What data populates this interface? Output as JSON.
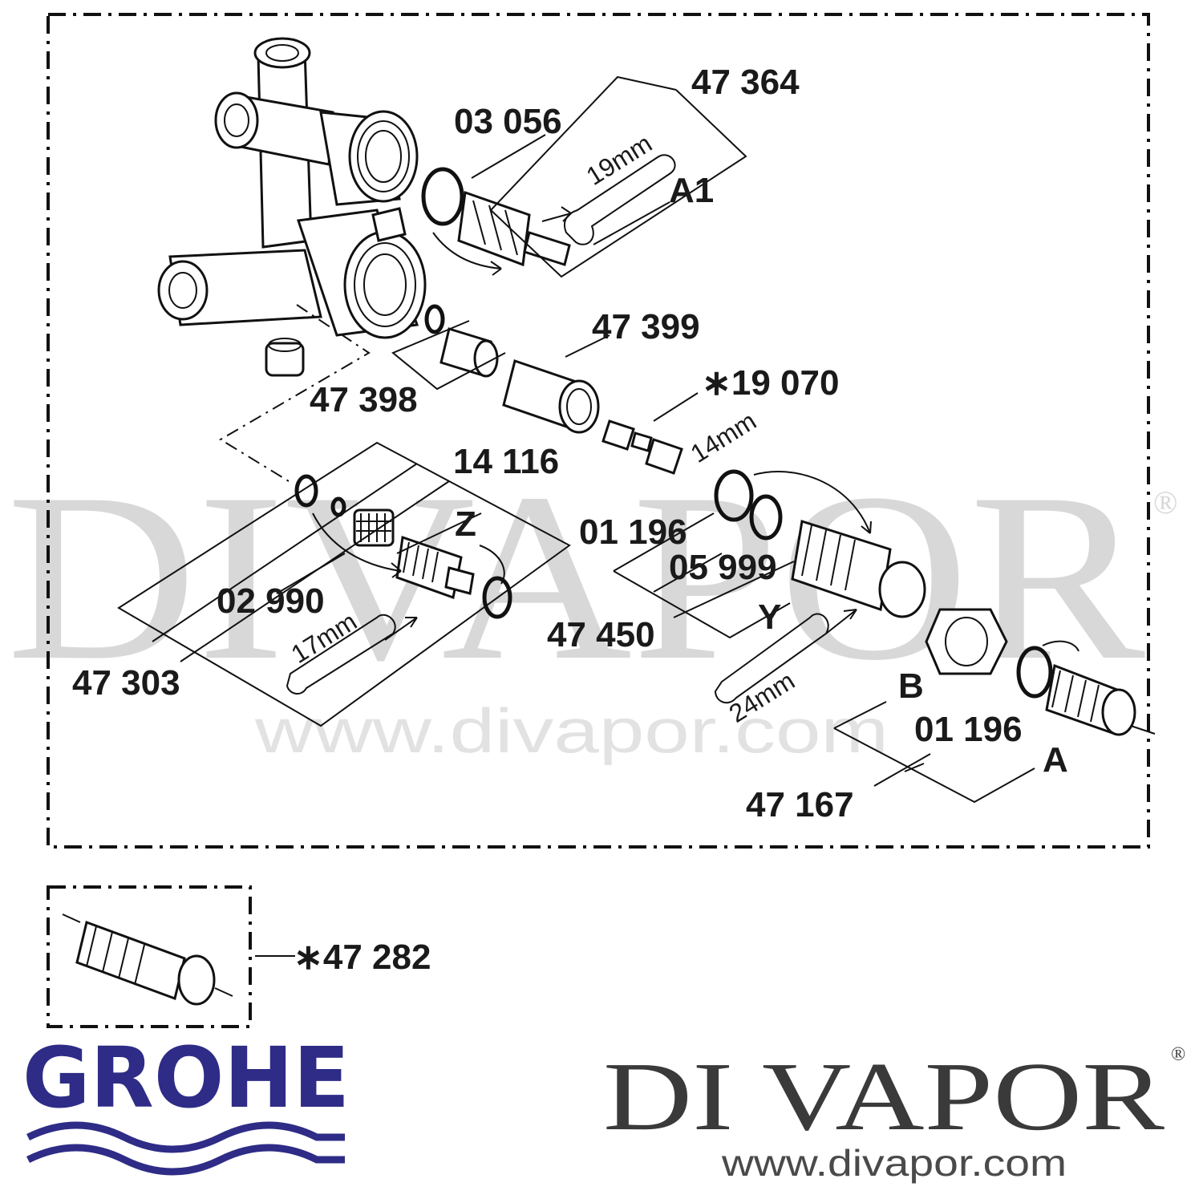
{
  "watermark": {
    "name": "DIVAPOR",
    "reg": "®",
    "url": "www.divapor.com"
  },
  "parts": {
    "p47364": "47 364",
    "p03056": "03 056",
    "pA1": "A1",
    "p47399": "47 399",
    "p19070": "∗19 070",
    "p47398": "47 398",
    "p14116": "14 116",
    "pZ": "Z",
    "p01196a": "01 196",
    "p05999": "05 999",
    "p02990": "02 990",
    "p47450": "47 450",
    "pY": "Y",
    "p47303": "47 303",
    "pB": "B",
    "p01196b": "01 196",
    "pA": "A",
    "p47167": "47 167",
    "p47282": "∗47 282"
  },
  "tools": {
    "w19": "19mm",
    "w14": "14mm",
    "w17": "17mm",
    "w24": "24mm"
  },
  "logos": {
    "grohe": "GROHE",
    "divapor": "DI VAPOR",
    "divapor_reg": "®",
    "divapor_url": "www.divapor.com"
  },
  "colors": {
    "grohe_blue": "#2e2c86",
    "line": "#111111",
    "watermark": "#d8d8d8"
  }
}
